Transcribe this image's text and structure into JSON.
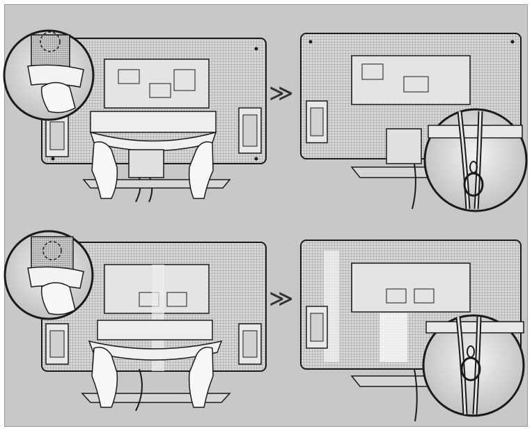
{
  "figure": {
    "steps": [
      {
        "name": "step-1-remove-cover"
      },
      {
        "name": "step-1-cable-tied"
      },
      {
        "name": "step-2-remove-cover"
      },
      {
        "name": "step-2-cable-tied"
      }
    ],
    "arrow_glyph": "≫",
    "colors": {
      "panel_bg": "#c8c8c8",
      "tv_body": "#e6e6e6",
      "tv_dark": "#1a1a1a",
      "hatch": "#8a8a8a"
    }
  }
}
